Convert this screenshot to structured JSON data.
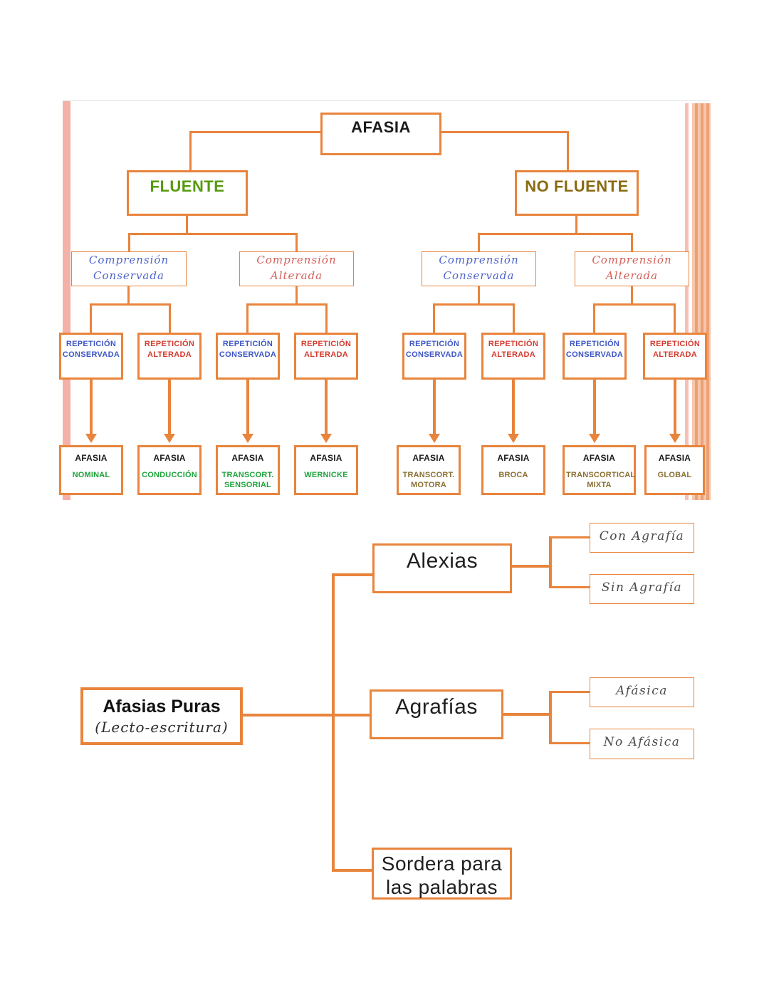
{
  "colors": {
    "box_border_orange": "#E8843C",
    "connector_orange": "#E8843C",
    "left_stripe_pink": "#F4B1A8",
    "right_stripe_pink": "#F6C0B5",
    "right_band_salmon": "#F6C7A9",
    "right_band_dark": "#ECA077",
    "blue_text": "#3D55C5",
    "red_text": "#D4392D",
    "soft_blue_text": "#4D63CC",
    "soft_red_text": "#D4605A",
    "green_heading": "#579A0D",
    "brown_heading": "#8A6A12",
    "green_leaf": "#1EA33B",
    "brown_leaf": "#8A6F31",
    "script_gray": "#4A4A4A",
    "black_text": "#1B1B1B"
  },
  "aphasia_tree": {
    "root_label": "AFASIA",
    "fluente_label": "FLUENTE",
    "no_fluente_label": "NO FLUENTE",
    "comprehension_nodes": [
      {
        "line1": "Comprensión",
        "line2": "Conservada",
        "tone": "blue"
      },
      {
        "line1": "Comprensión",
        "line2": "Alterada",
        "tone": "red"
      },
      {
        "line1": "Comprensión",
        "line2": "Conservada",
        "tone": "blue"
      },
      {
        "line1": "Comprensión",
        "line2": "Alterada",
        "tone": "red"
      }
    ],
    "repetition_nodes": [
      {
        "line1": "REPETICIÓN",
        "line2": "CONSERVADA",
        "tone": "blue"
      },
      {
        "line1": "REPETICIÓN",
        "line2": "ALTERADA",
        "tone": "red"
      },
      {
        "line1": "REPETICIÓN",
        "line2": "CONSERVADA",
        "tone": "blue"
      },
      {
        "line1": "REPETICIÓN",
        "line2": "ALTERADA",
        "tone": "red"
      },
      {
        "line1": "REPETICIÓN",
        "line2": "CONSERVADA",
        "tone": "blue"
      },
      {
        "line1": "REPETICIÓN",
        "line2": "ALTERADA",
        "tone": "red"
      },
      {
        "line1": "REPETICIÓN",
        "line2": "CONSERVADA",
        "tone": "blue"
      },
      {
        "line1": "REPETICIÓN",
        "line2": "ALTERADA",
        "tone": "red"
      }
    ],
    "leaf_nodes": [
      {
        "title": "AFASIA",
        "subtitle": "NOMINAL",
        "tone": "green"
      },
      {
        "title": "AFASIA",
        "subtitle": "CONDUCCIÓN",
        "tone": "green"
      },
      {
        "title": "AFASIA",
        "subtitle": "TRANSCORT. SENSORIAL",
        "tone": "green"
      },
      {
        "title": "AFASIA",
        "subtitle": "WERNICKE",
        "tone": "green"
      },
      {
        "title": "AFASIA",
        "subtitle": "TRANSCORT. MOTORA",
        "tone": "brown"
      },
      {
        "title": "AFASIA",
        "subtitle": "BROCA",
        "tone": "brown"
      },
      {
        "title": "AFASIA",
        "subtitle": "TRANSCORTICAL MIXTA",
        "tone": "brown"
      },
      {
        "title": "AFASIA",
        "subtitle": "GLOBAL",
        "tone": "brown"
      }
    ]
  },
  "pure_aphasias_tree": {
    "root": {
      "title": "Afasias Puras",
      "subtitle": "(Lecto-escritura)"
    },
    "alexias_label": "Alexias",
    "agrafias_label": "Agrafías",
    "sordera_line1": "Sordera para",
    "sordera_line2": "las palabras",
    "alexias_children": [
      {
        "label": "Con Agrafía"
      },
      {
        "label": "Sin Agrafía"
      }
    ],
    "agrafias_children": [
      {
        "label": "Afásica"
      },
      {
        "label": "No Afásica"
      }
    ]
  }
}
